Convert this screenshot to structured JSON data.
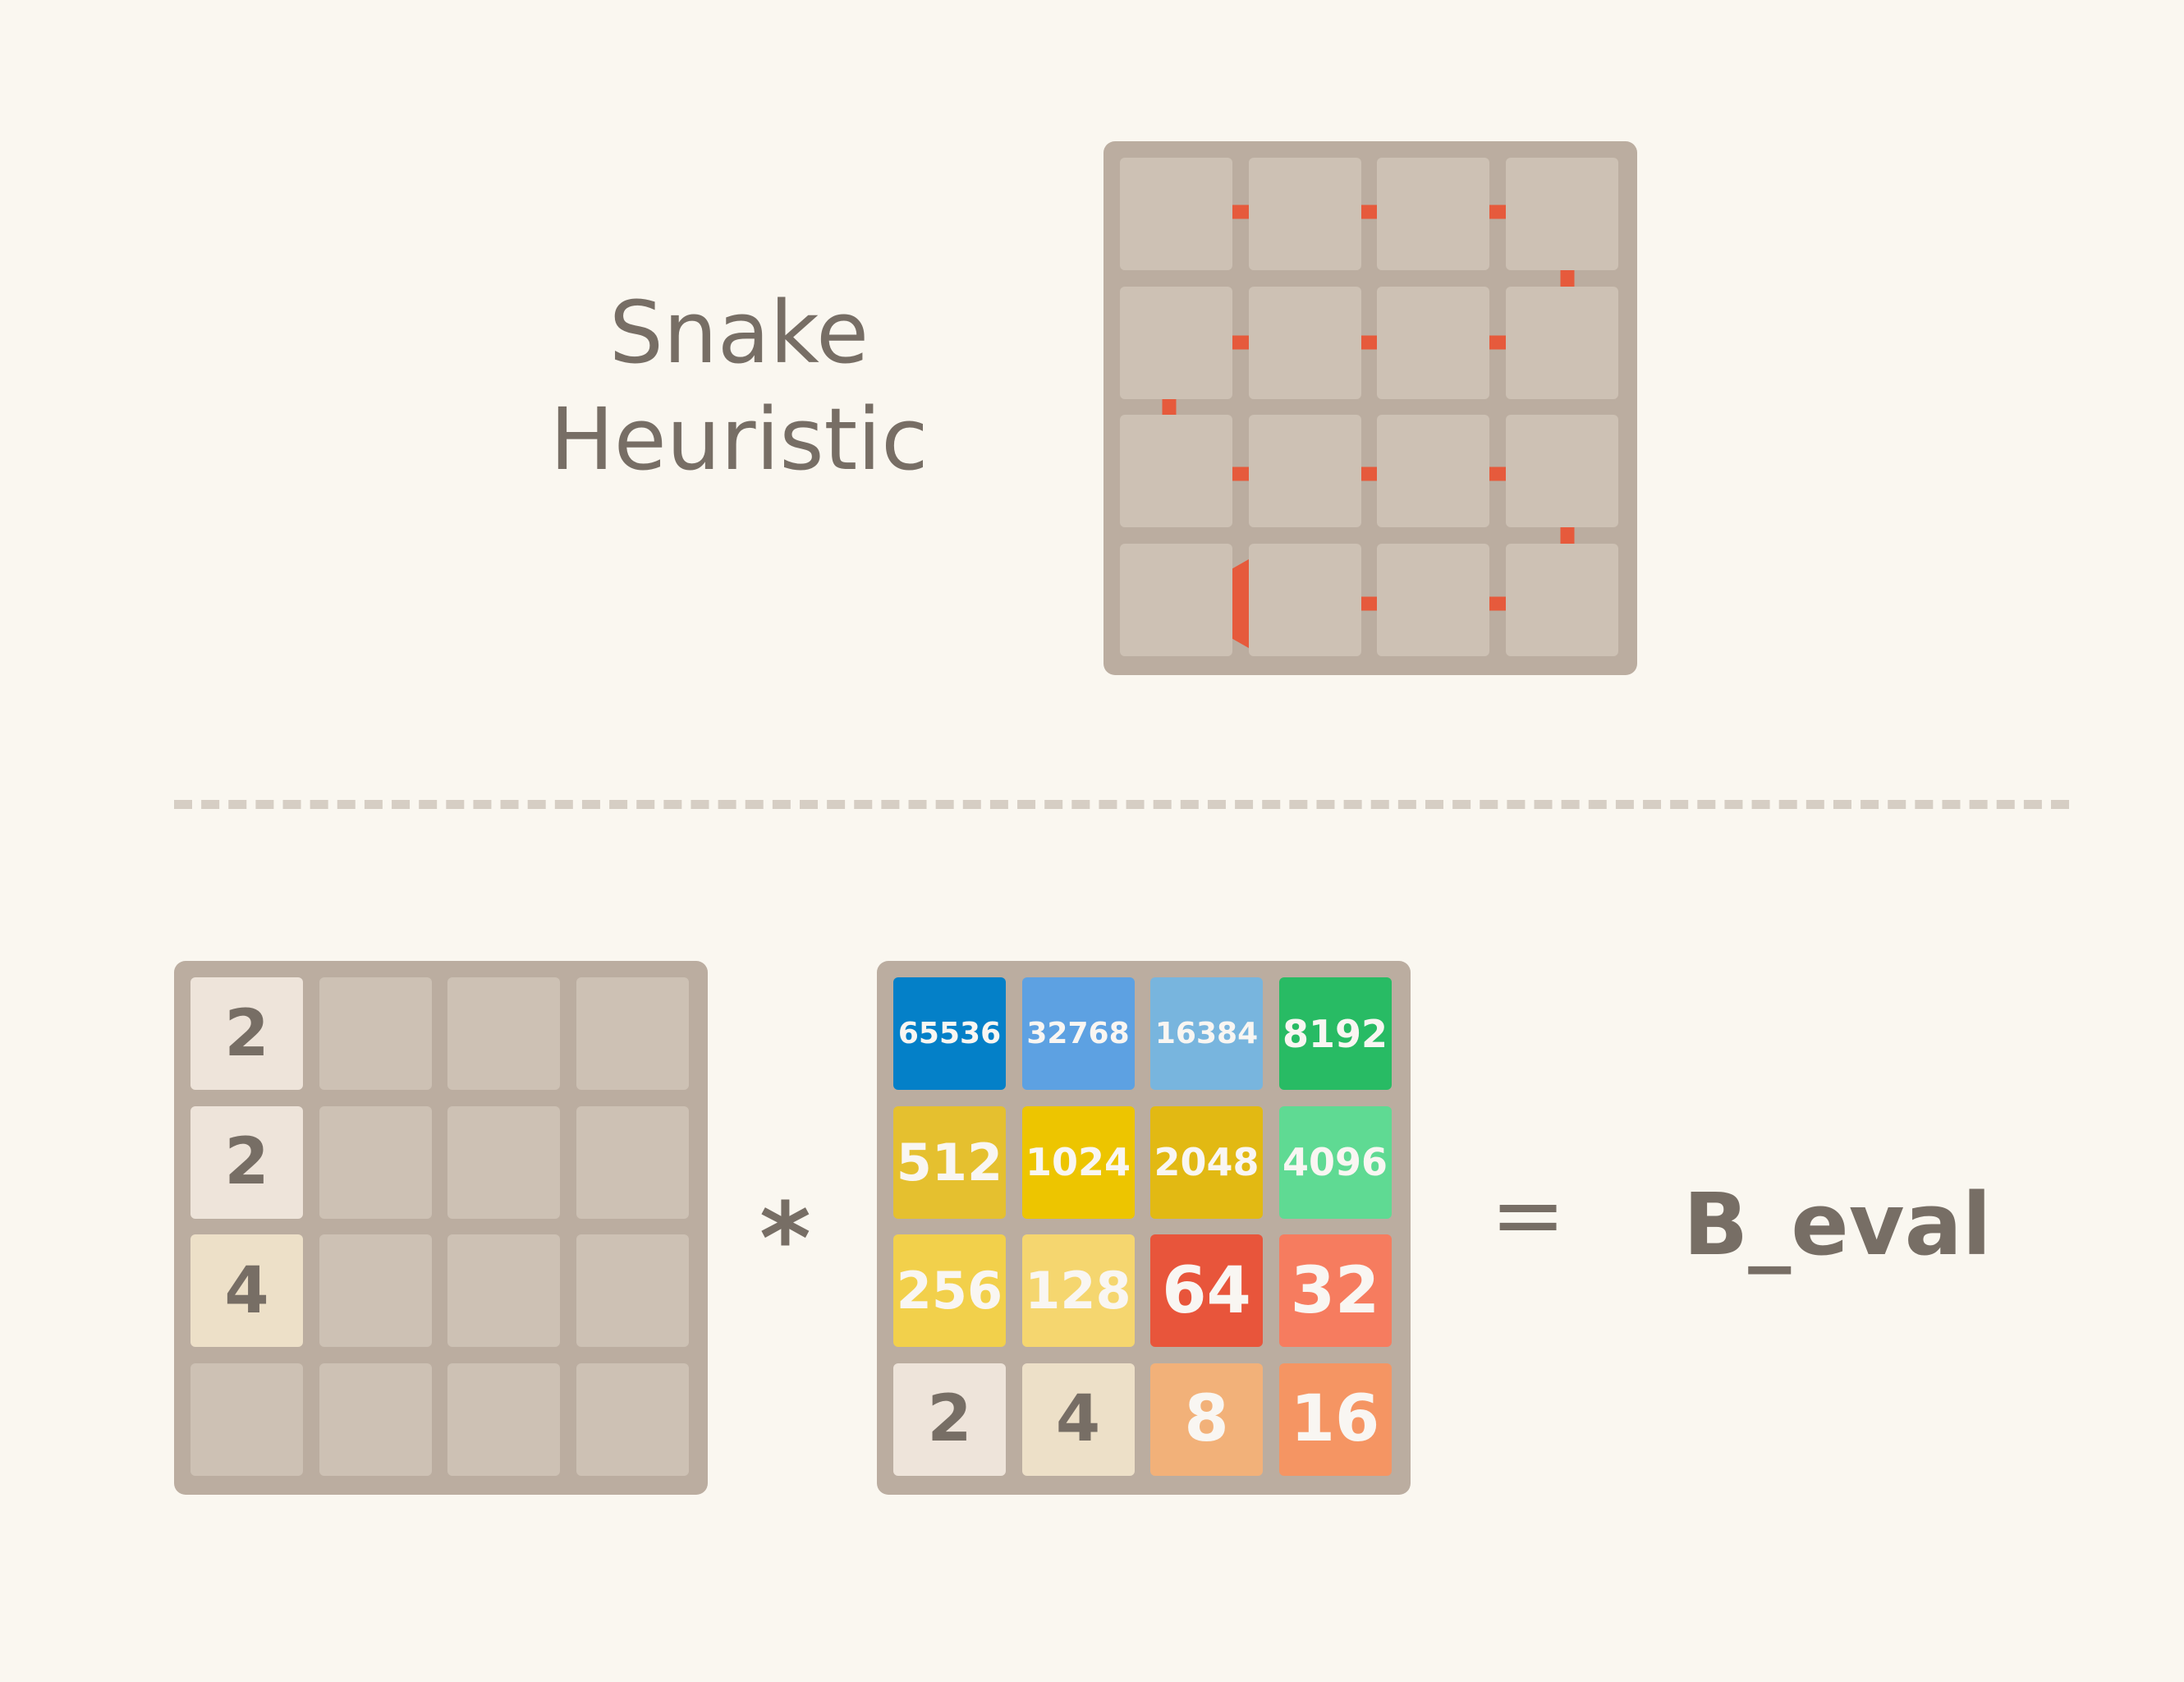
{
  "title": {
    "line1": "Snake",
    "line2": "Heuristic"
  },
  "colors": {
    "board": "#bbada0",
    "empty_cell": "#cdc1b4",
    "snake_path": "#e65a3c",
    "background": "#faf7f0"
  },
  "snake_path_order": [
    "r0c0",
    "r0c1",
    "r0c2",
    "r0c3",
    "r1c3",
    "r1c2",
    "r1c1",
    "r1c0",
    "r2c0",
    "r2c1",
    "r2c2",
    "r2c3",
    "r3c3",
    "r3c2",
    "r3c1",
    "r3c0"
  ],
  "state_board": [
    [
      "2",
      "",
      "",
      ""
    ],
    [
      "2",
      "",
      "",
      ""
    ],
    [
      "4",
      "",
      "",
      ""
    ],
    [
      "",
      "",
      "",
      ""
    ]
  ],
  "weight_board": [
    [
      "65536",
      "32768",
      "16384",
      "8192"
    ],
    [
      "512",
      "1024",
      "2048",
      "4096"
    ],
    [
      "256",
      "128",
      "64",
      "32"
    ],
    [
      "2",
      "4",
      "8",
      "16"
    ]
  ],
  "tile_styles": {
    "2": {
      "bg": "#eee4da",
      "fg": "#776e65"
    },
    "4": {
      "bg": "#ede0c8",
      "fg": "#776e65"
    },
    "8": {
      "bg": "#f2b179",
      "fg": "#f9f6f2"
    },
    "16": {
      "bg": "#f59563",
      "fg": "#f9f6f2"
    },
    "32": {
      "bg": "#f67c5f",
      "fg": "#f9f6f2"
    },
    "64": {
      "bg": "#e8553b",
      "fg": "#f9f6f2"
    },
    "128": {
      "bg": "#f5d66f",
      "fg": "#f9f6f2"
    },
    "256": {
      "bg": "#f2d04b",
      "fg": "#f9f6f2"
    },
    "512": {
      "bg": "#e5c02f",
      "fg": "#f9f6f2"
    },
    "1024": {
      "bg": "#edc500",
      "fg": "#f9f6f2"
    },
    "2048": {
      "bg": "#e2b913",
      "fg": "#f9f6f2"
    },
    "4096": {
      "bg": "#5fda93",
      "fg": "#f9f6f2"
    },
    "8192": {
      "bg": "#28bb64",
      "fg": "#f9f6f2"
    },
    "16384": {
      "bg": "#78b5de",
      "fg": "#f9f6f2"
    },
    "32768": {
      "bg": "#5da1e2",
      "fg": "#f9f6f2"
    },
    "65536": {
      "bg": "#0480c8",
      "fg": "#f9f6f2"
    }
  },
  "operators": {
    "multiply": "*",
    "equals": "="
  },
  "result_label": "B_eval"
}
